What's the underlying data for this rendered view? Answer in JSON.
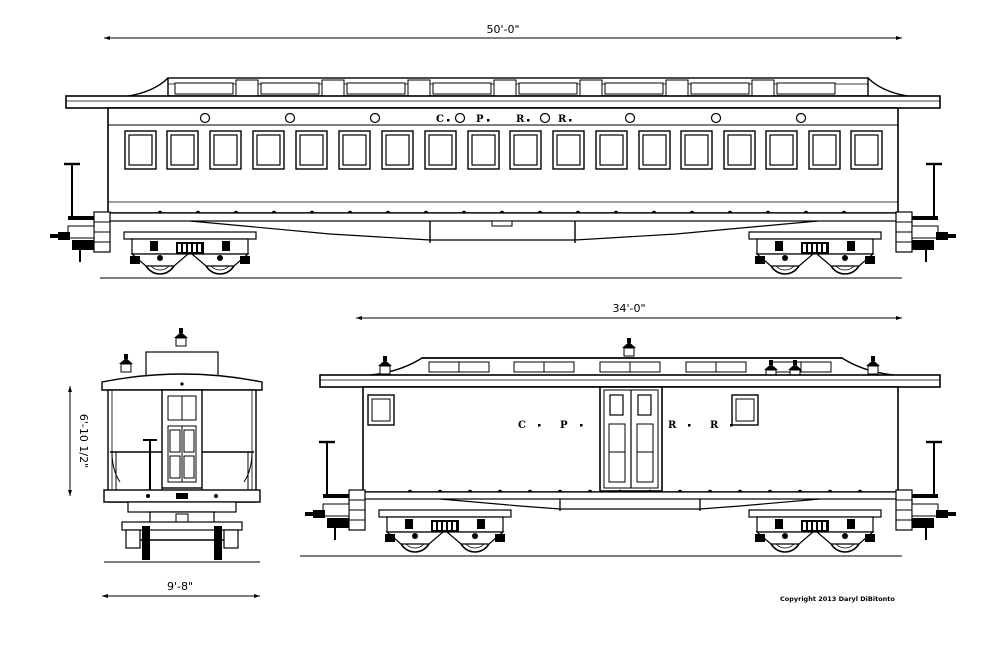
{
  "dimensions": {
    "coach_length": "50'-0\"",
    "baggage_length": "34'-0\"",
    "end_height": "6'-10 1/2\"",
    "end_width": "9'-8\""
  },
  "lettering": {
    "coach": [
      "C",
      "P",
      "R",
      "R"
    ],
    "baggage": [
      "C",
      "P",
      "R",
      "R"
    ]
  },
  "copyright": "Copyright 2013 Daryl DiBitonto",
  "colors": {
    "line": "#000000",
    "background": "#ffffff"
  }
}
